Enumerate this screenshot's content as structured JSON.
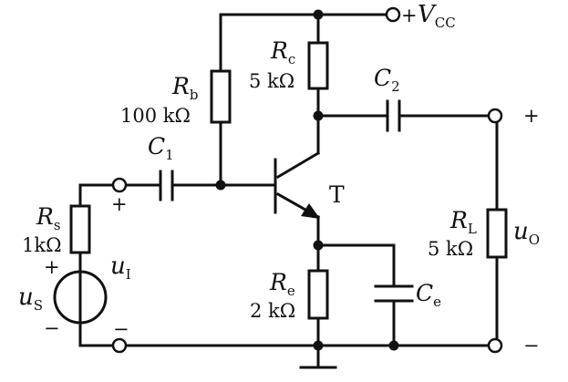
{
  "supply": {
    "sign": "+",
    "symbol": "V",
    "sub": "CC"
  },
  "rc": {
    "symbol": "R",
    "sub": "c",
    "value": "5 kΩ"
  },
  "rb": {
    "symbol": "R",
    "sub": "b",
    "value": "100 kΩ"
  },
  "c1": {
    "symbol": "C",
    "sub": "1"
  },
  "c2": {
    "symbol": "C",
    "sub": "2"
  },
  "transistor": {
    "label": "T"
  },
  "rs": {
    "symbol": "R",
    "sub": "s",
    "value": "1kΩ"
  },
  "source": {
    "symbol": "u",
    "sub": "S",
    "plus": "+",
    "minus": "−"
  },
  "input": {
    "symbol": "u",
    "sub": "I",
    "plus": "+",
    "minus": "−"
  },
  "re": {
    "symbol": "R",
    "sub": "e",
    "value": "2 kΩ"
  },
  "ce": {
    "symbol": "C",
    "sub": "e"
  },
  "rl": {
    "symbol": "R",
    "sub": "L",
    "value": "5 kΩ"
  },
  "output": {
    "symbol": "u",
    "sub": "O",
    "plus": "+",
    "minus": "−"
  }
}
